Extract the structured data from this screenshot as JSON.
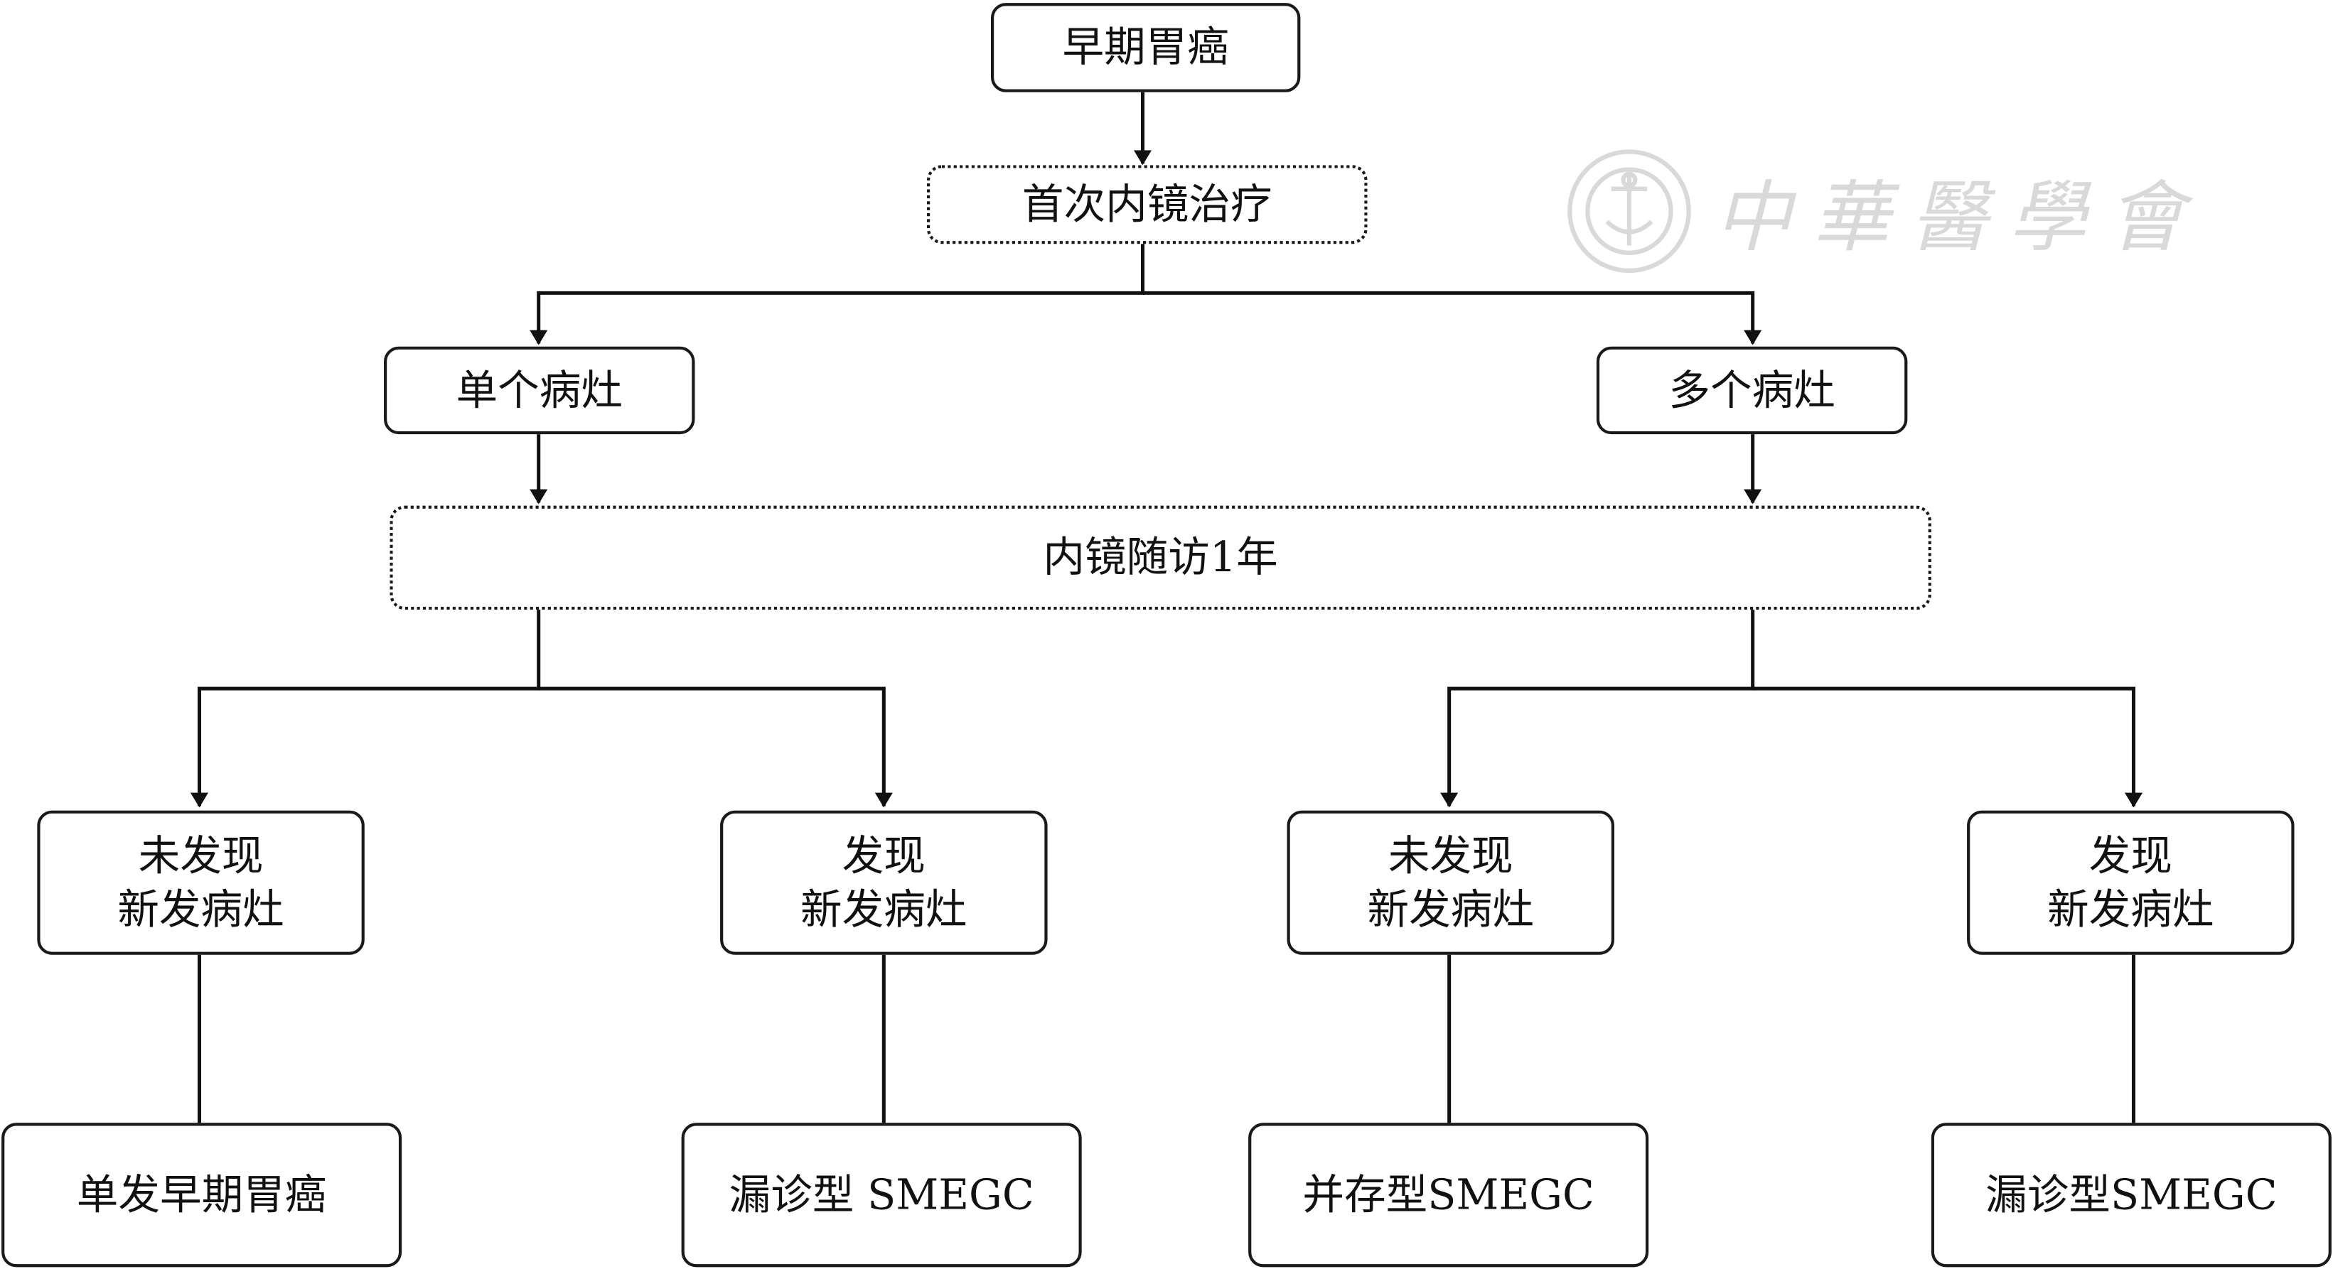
{
  "diagram": {
    "nodes": {
      "early_gastric_cancer": "早期胃癌",
      "first_endoscopic_treatment": "首次内镜治疗",
      "single_lesion": "单个病灶",
      "multiple_lesions": "多个病灶",
      "endoscopic_followup": "内镜随访1年",
      "no_new_lesion_a": [
        "未发现",
        "新发病灶"
      ],
      "new_lesion_a": [
        "发现",
        "新发病灶"
      ],
      "no_new_lesion_b": [
        "未发现",
        "新发病灶"
      ],
      "new_lesion_b": [
        "发现",
        "新发病灶"
      ],
      "single_early_cancer": "单发早期胃癌",
      "missed_smegc_a": "漏诊型 SMEGC",
      "coexisting_smegc": "并存型SMEGC",
      "missed_smegc_b": "漏诊型SMEGC"
    },
    "edges": [
      {
        "from": "early_gastric_cancer",
        "to": "first_endoscopic_treatment",
        "arrow": true
      },
      {
        "from": "first_endoscopic_treatment",
        "to": "single_lesion",
        "arrow": true
      },
      {
        "from": "first_endoscopic_treatment",
        "to": "multiple_lesions",
        "arrow": true
      },
      {
        "from": "single_lesion",
        "to": "endoscopic_followup",
        "arrow": true
      },
      {
        "from": "multiple_lesions",
        "to": "endoscopic_followup",
        "arrow": true
      },
      {
        "from": "endoscopic_followup",
        "to": "no_new_lesion_a",
        "arrow": true
      },
      {
        "from": "endoscopic_followup",
        "to": "new_lesion_a",
        "arrow": true
      },
      {
        "from": "endoscopic_followup",
        "to": "no_new_lesion_b",
        "arrow": true
      },
      {
        "from": "endoscopic_followup",
        "to": "new_lesion_b",
        "arrow": true
      },
      {
        "from": "no_new_lesion_a",
        "to": "single_early_cancer",
        "arrow": false
      },
      {
        "from": "new_lesion_a",
        "to": "missed_smegc_a",
        "arrow": false
      },
      {
        "from": "no_new_lesion_b",
        "to": "coexisting_smegc",
        "arrow": false
      },
      {
        "from": "new_lesion_b",
        "to": "missed_smegc_b",
        "arrow": false
      }
    ]
  },
  "watermark": {
    "text": "中華醫學會",
    "kind": "publisher-seal"
  }
}
